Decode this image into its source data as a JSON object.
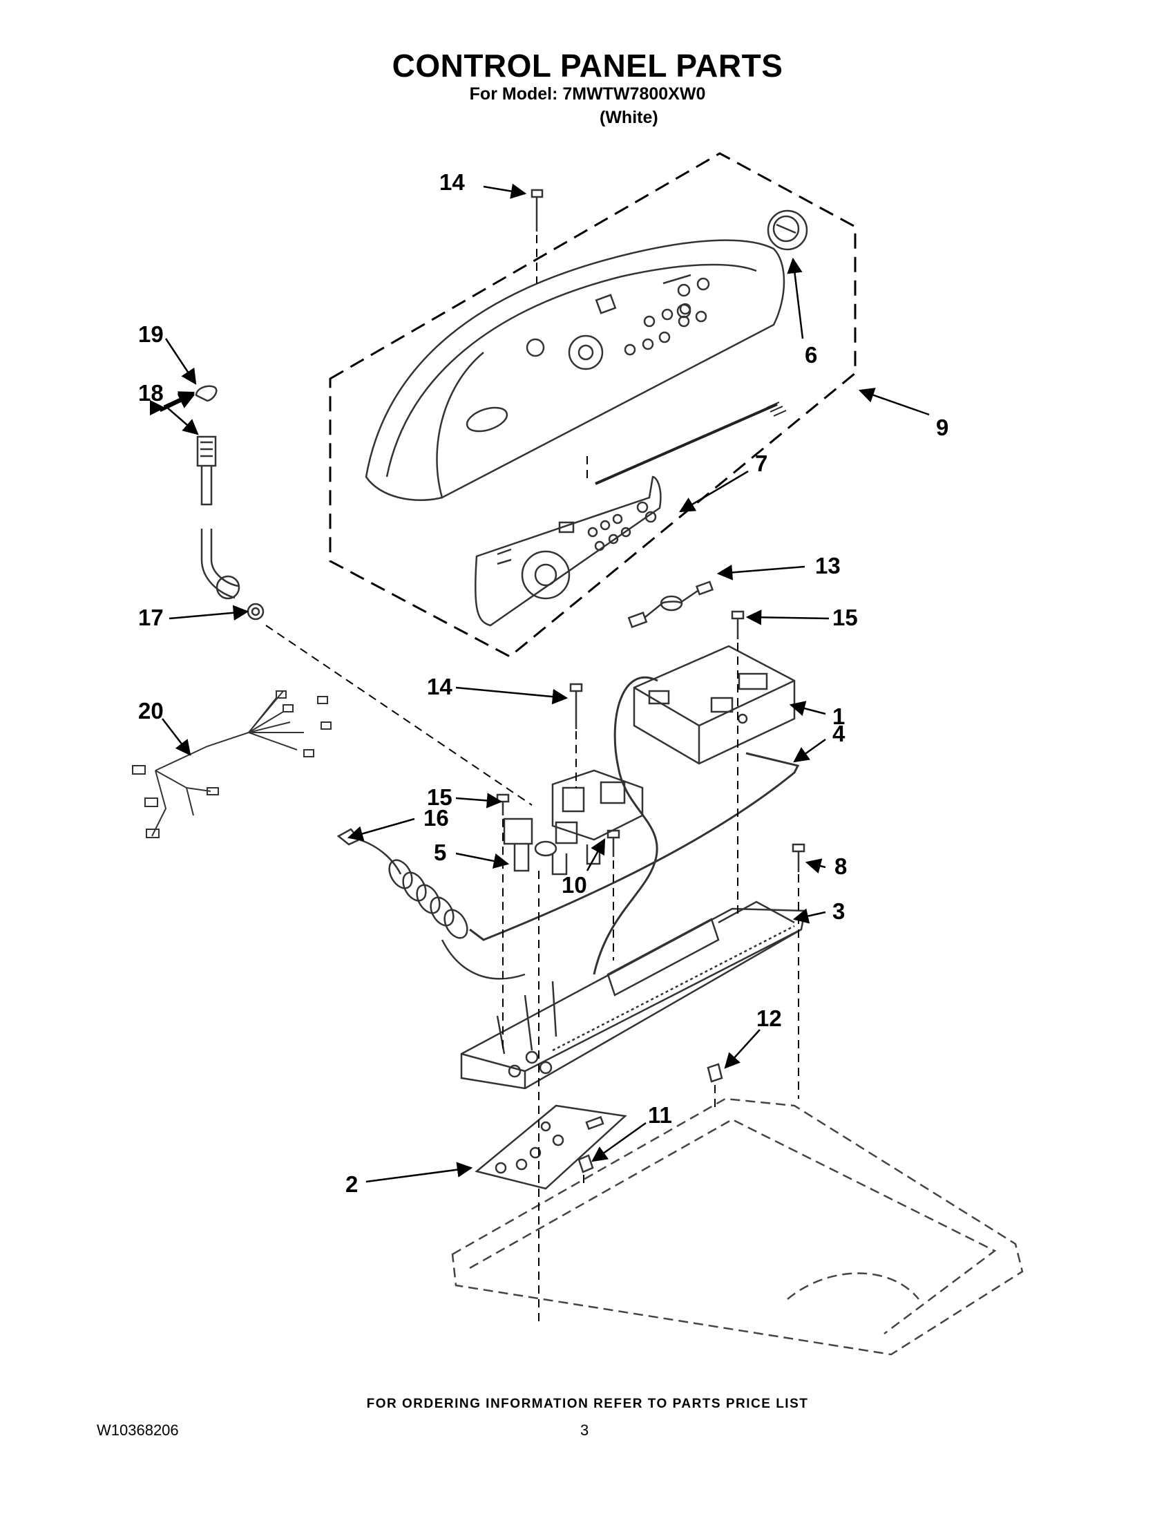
{
  "title": "CONTROL PANEL PARTS",
  "subtitle": "For Model: 7MWTW7800XW0",
  "variant": "(White)",
  "callouts": [
    {
      "id": "c1",
      "label": "1"
    },
    {
      "id": "c2",
      "label": "2"
    },
    {
      "id": "c3",
      "label": "3"
    },
    {
      "id": "c4",
      "label": "4"
    },
    {
      "id": "c5",
      "label": "5"
    },
    {
      "id": "c6",
      "label": "6"
    },
    {
      "id": "c7",
      "label": "7"
    },
    {
      "id": "c8",
      "label": "8"
    },
    {
      "id": "c9",
      "label": "9"
    },
    {
      "id": "c10",
      "label": "10"
    },
    {
      "id": "c11",
      "label": "11"
    },
    {
      "id": "c12",
      "label": "12"
    },
    {
      "id": "c13",
      "label": "13"
    },
    {
      "id": "c14a",
      "label": "14"
    },
    {
      "id": "c14b",
      "label": "14"
    },
    {
      "id": "c15a",
      "label": "15"
    },
    {
      "id": "c15b",
      "label": "15"
    },
    {
      "id": "c16",
      "label": "16"
    },
    {
      "id": "c17",
      "label": "17"
    },
    {
      "id": "c18",
      "label": "18"
    },
    {
      "id": "c19",
      "label": "19"
    },
    {
      "id": "c20",
      "label": "20"
    }
  ],
  "footer": {
    "note": "FOR ORDERING INFORMATION REFER TO PARTS PRICE LIST",
    "doc_number": "W10368206",
    "page_number": "3"
  }
}
